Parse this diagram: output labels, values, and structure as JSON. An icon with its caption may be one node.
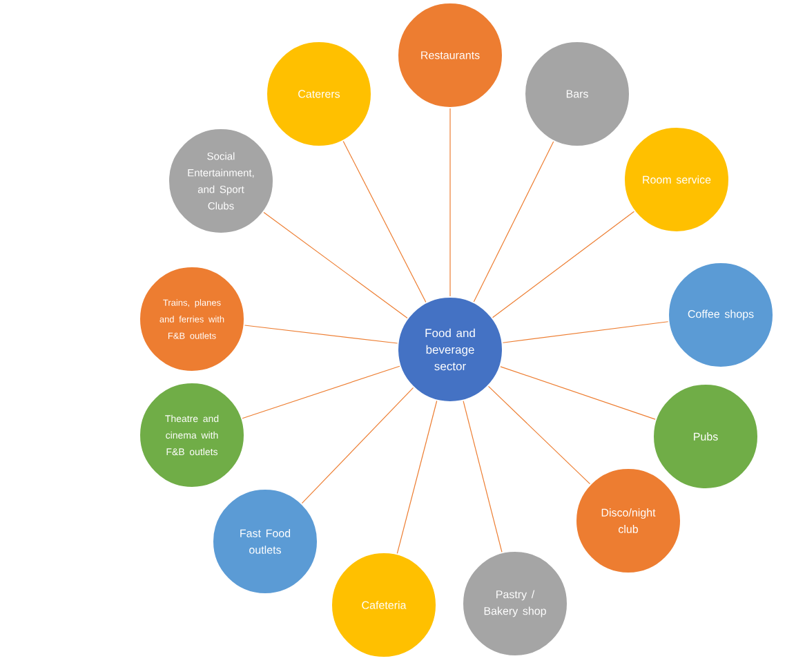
{
  "diagram": {
    "nodes": [
      {
        "text": [
          "Food and beverage sector"
        ]
      },
      {
        "text": [
          "Restaurants"
        ]
      },
      {
        "text": [
          "Bars"
        ]
      },
      {
        "text": [
          "Room service"
        ]
      },
      {
        "text": [
          "Coffee shops"
        ]
      },
      {
        "text": [
          "Pubs"
        ]
      },
      {
        "text": [
          "Disco/night club"
        ]
      },
      {
        "text": [
          "Pastry / Bakery shop"
        ]
      },
      {
        "text": [
          "Cafeteria"
        ]
      },
      {
        "text": [
          "Fast Food outlets"
        ]
      },
      {
        "text": [
          "Theatre and cinema with F&B outlets"
        ]
      },
      {
        "text": [
          "Trains, planes and ferries with F&B outlets"
        ]
      },
      {
        "text": [
          "Social Entertainment, and Sport Clubs"
        ]
      },
      {
        "text": [
          "Caterers"
        ]
      }
    ],
    "edges": [
      {
        "from": 0,
        "to": 1,
        "arrow": "none"
      },
      {
        "from": 0,
        "to": 2,
        "arrow": "none"
      },
      {
        "from": 0,
        "to": 3,
        "arrow": "none"
      },
      {
        "from": 0,
        "to": 4,
        "arrow": "none"
      },
      {
        "from": 0,
        "to": 5,
        "arrow": "none"
      },
      {
        "from": 0,
        "to": 6,
        "arrow": "none"
      },
      {
        "from": 0,
        "to": 7,
        "arrow": "none"
      },
      {
        "from": 0,
        "to": 8,
        "arrow": "none"
      },
      {
        "from": 0,
        "to": 9,
        "arrow": "none"
      },
      {
        "from": 0,
        "to": 10,
        "arrow": "none"
      },
      {
        "from": 0,
        "to": 11,
        "arrow": "none"
      },
      {
        "from": 0,
        "to": 12,
        "arrow": "none"
      },
      {
        "from": 0,
        "to": 13,
        "arrow": "none"
      }
    ]
  }
}
